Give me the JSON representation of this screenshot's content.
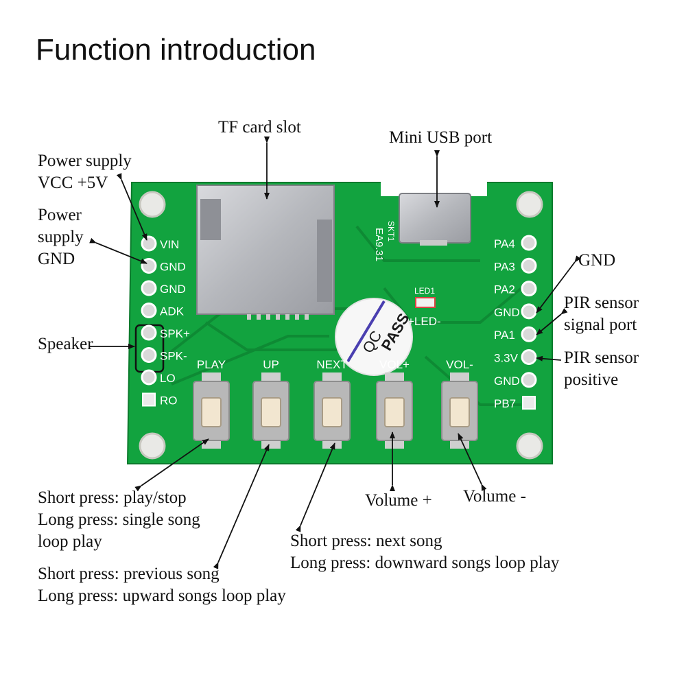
{
  "title": "Function introduction",
  "board": {
    "pcb_color": "#12a33f",
    "left_pins": [
      "VIN",
      "GND",
      "GND",
      "ADK",
      "SPK+",
      "SPK-",
      "LO",
      "RO"
    ],
    "right_pins": [
      "PA4",
      "PA3",
      "PA2",
      "GND",
      "PA1",
      "3.3V",
      "GND",
      "PB7"
    ],
    "buttons": [
      "PLAY",
      "UP",
      "NEXT",
      "VOL+",
      "VOL-"
    ],
    "silk_ea": "EA9.31",
    "silk_skt": "SKT1",
    "silk_led1": "LED1",
    "silk_led": "+LED-",
    "sticker_qc": "QC",
    "sticker_pass": "PASS"
  },
  "labels": {
    "tf_card": "TF card slot",
    "mini_usb": "Mini USB port",
    "power_vcc": [
      "Power supply",
      "VCC +5V"
    ],
    "power_gnd": [
      "Power",
      "supply",
      "GND"
    ],
    "speaker": "Speaker",
    "gnd_right": "GND",
    "pir_signal": [
      "PIR sensor",
      "signal port"
    ],
    "pir_positive": [
      "PIR sensor",
      "positive"
    ],
    "play_desc": [
      "Short press: play/stop",
      "Long press: single song",
      "loop play"
    ],
    "prev_desc": [
      "Short press: previous song",
      "Long press: upward songs loop play"
    ],
    "next_desc": [
      "Short press: next song",
      "Long press: downward songs loop play"
    ],
    "vol_plus": "Volume +",
    "vol_minus": "Volume -"
  }
}
